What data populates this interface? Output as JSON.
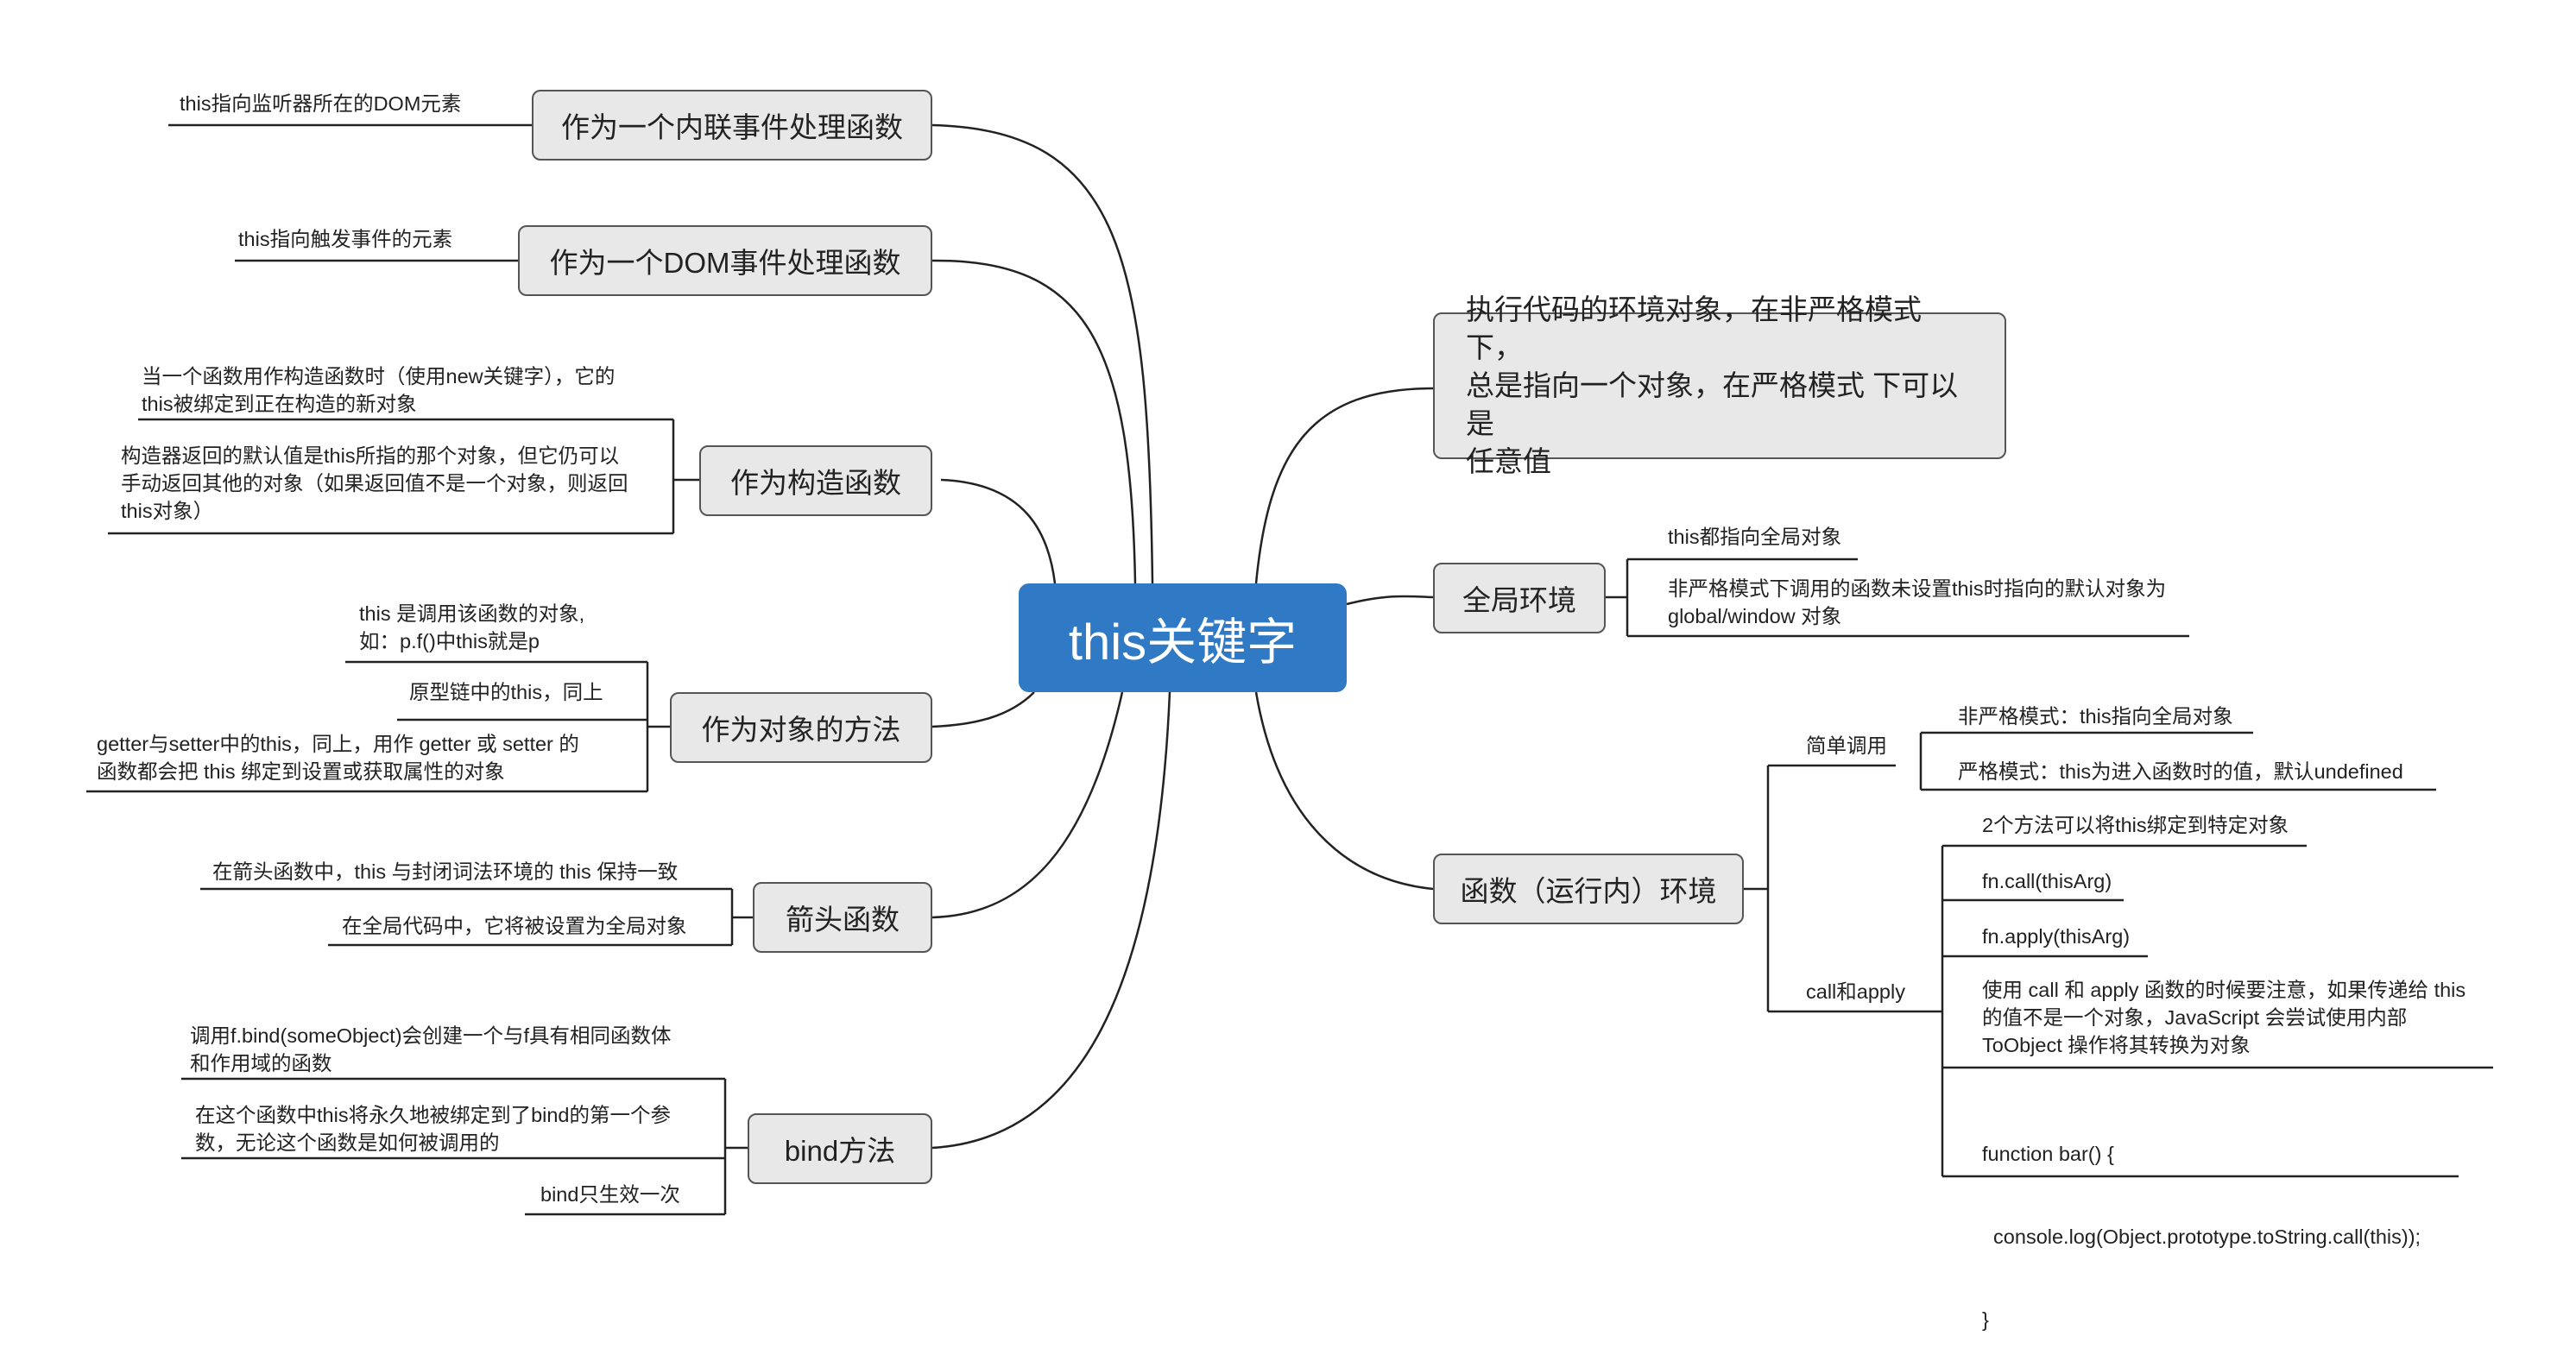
{
  "root": {
    "label": "this关键字"
  },
  "left": {
    "inline_handler": {
      "label": "作为一个内联事件处理函数",
      "leaves": [
        "this指向监听器所在的DOM元素"
      ]
    },
    "dom_handler": {
      "label": "作为一个DOM事件处理函数",
      "leaves": [
        "this指向触发事件的元素"
      ]
    },
    "constructor": {
      "label": "作为构造函数",
      "leaves": [
        [
          "当一个函数用作构造函数时（使用new关键字），它的",
          "this被绑定到正在构造的新对象"
        ],
        [
          "构造器返回的默认值是this所指的那个对象，但它仍可以",
          "手动返回其他的对象（如果返回值不是一个对象，则返回",
          "this对象）"
        ]
      ]
    },
    "object_method": {
      "label": "作为对象的方法",
      "leaves": [
        [
          "this 是调用该函数的对象,",
          "如：p.f()中this就是p"
        ],
        [
          "原型链中的this，同上"
        ],
        [
          "getter与setter中的this，同上，用作 getter 或 setter 的",
          "函数都会把 this 绑定到设置或获取属性的对象"
        ]
      ]
    },
    "arrow": {
      "label": "箭头函数",
      "leaves": [
        "在箭头函数中，this 与封闭词法环境的 this 保持一致",
        "在全局代码中，它将被设置为全局对象"
      ]
    },
    "bind": {
      "label": "bind方法",
      "leaves": [
        [
          "调用f.bind(someObject)会创建一个与f具有相同函数体",
          "和作用域的函数"
        ],
        [
          "在这个函数中this将永久地被绑定到了bind的第一个参",
          "数，无论这个函数是如何被调用的"
        ],
        [
          "bind只生效一次"
        ]
      ]
    }
  },
  "right": {
    "definition": {
      "lines": [
        "执行代码的环境对象，在非严格模式下，",
        "总是指向一个对象，在严格模式 下可以是",
        "任意值"
      ]
    },
    "global": {
      "label": "全局环境",
      "leaves": [
        [
          "this都指向全局对象"
        ],
        [
          "非严格模式下调用的函数未设置this时指向的默认对象为",
          "global/window 对象"
        ]
      ]
    },
    "function_env": {
      "label": "函数（运行内）环境",
      "simple_call": {
        "label": "简单调用",
        "leaves": [
          "非严格模式：this指向全局对象",
          "严格模式：this为进入函数时的值，默认undefined"
        ]
      },
      "call_apply": {
        "label": "call和apply",
        "leaves": [
          [
            "2个方法可以将this绑定到特定对象"
          ],
          [
            "fn.call(thisArg)"
          ],
          [
            "fn.apply(thisArg)"
          ],
          [
            "使用 call 和 apply 函数的时候要注意，如果传递给 this",
            "的值不是一个对象，JavaScript 会尝试使用内部",
            "ToObject 操作将其转换为对象"
          ],
          [
            "function bar() {",
            "  console.log(Object.prototype.toString.call(this));",
            "}"
          ]
        ]
      }
    }
  }
}
